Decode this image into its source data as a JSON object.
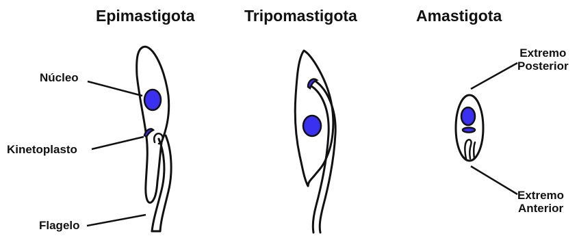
{
  "titles": {
    "epimastigota": "Epimastigota",
    "tripomastigota": "Tripomastigota",
    "amastigota": "Amastigota"
  },
  "labels": {
    "nucleo": "Núcleo",
    "kinetoplasto": "Kinetoplasto",
    "flagelo": "Flagelo",
    "extremo_posterior_1": "Extremo",
    "extremo_posterior_2": "Posterior",
    "extremo_anterior_1": "Extremo",
    "extremo_anterior_2": "Anterior"
  },
  "colors": {
    "nucleus": "#3a30ef",
    "outline": "#111111",
    "fill": "#ffffff"
  }
}
